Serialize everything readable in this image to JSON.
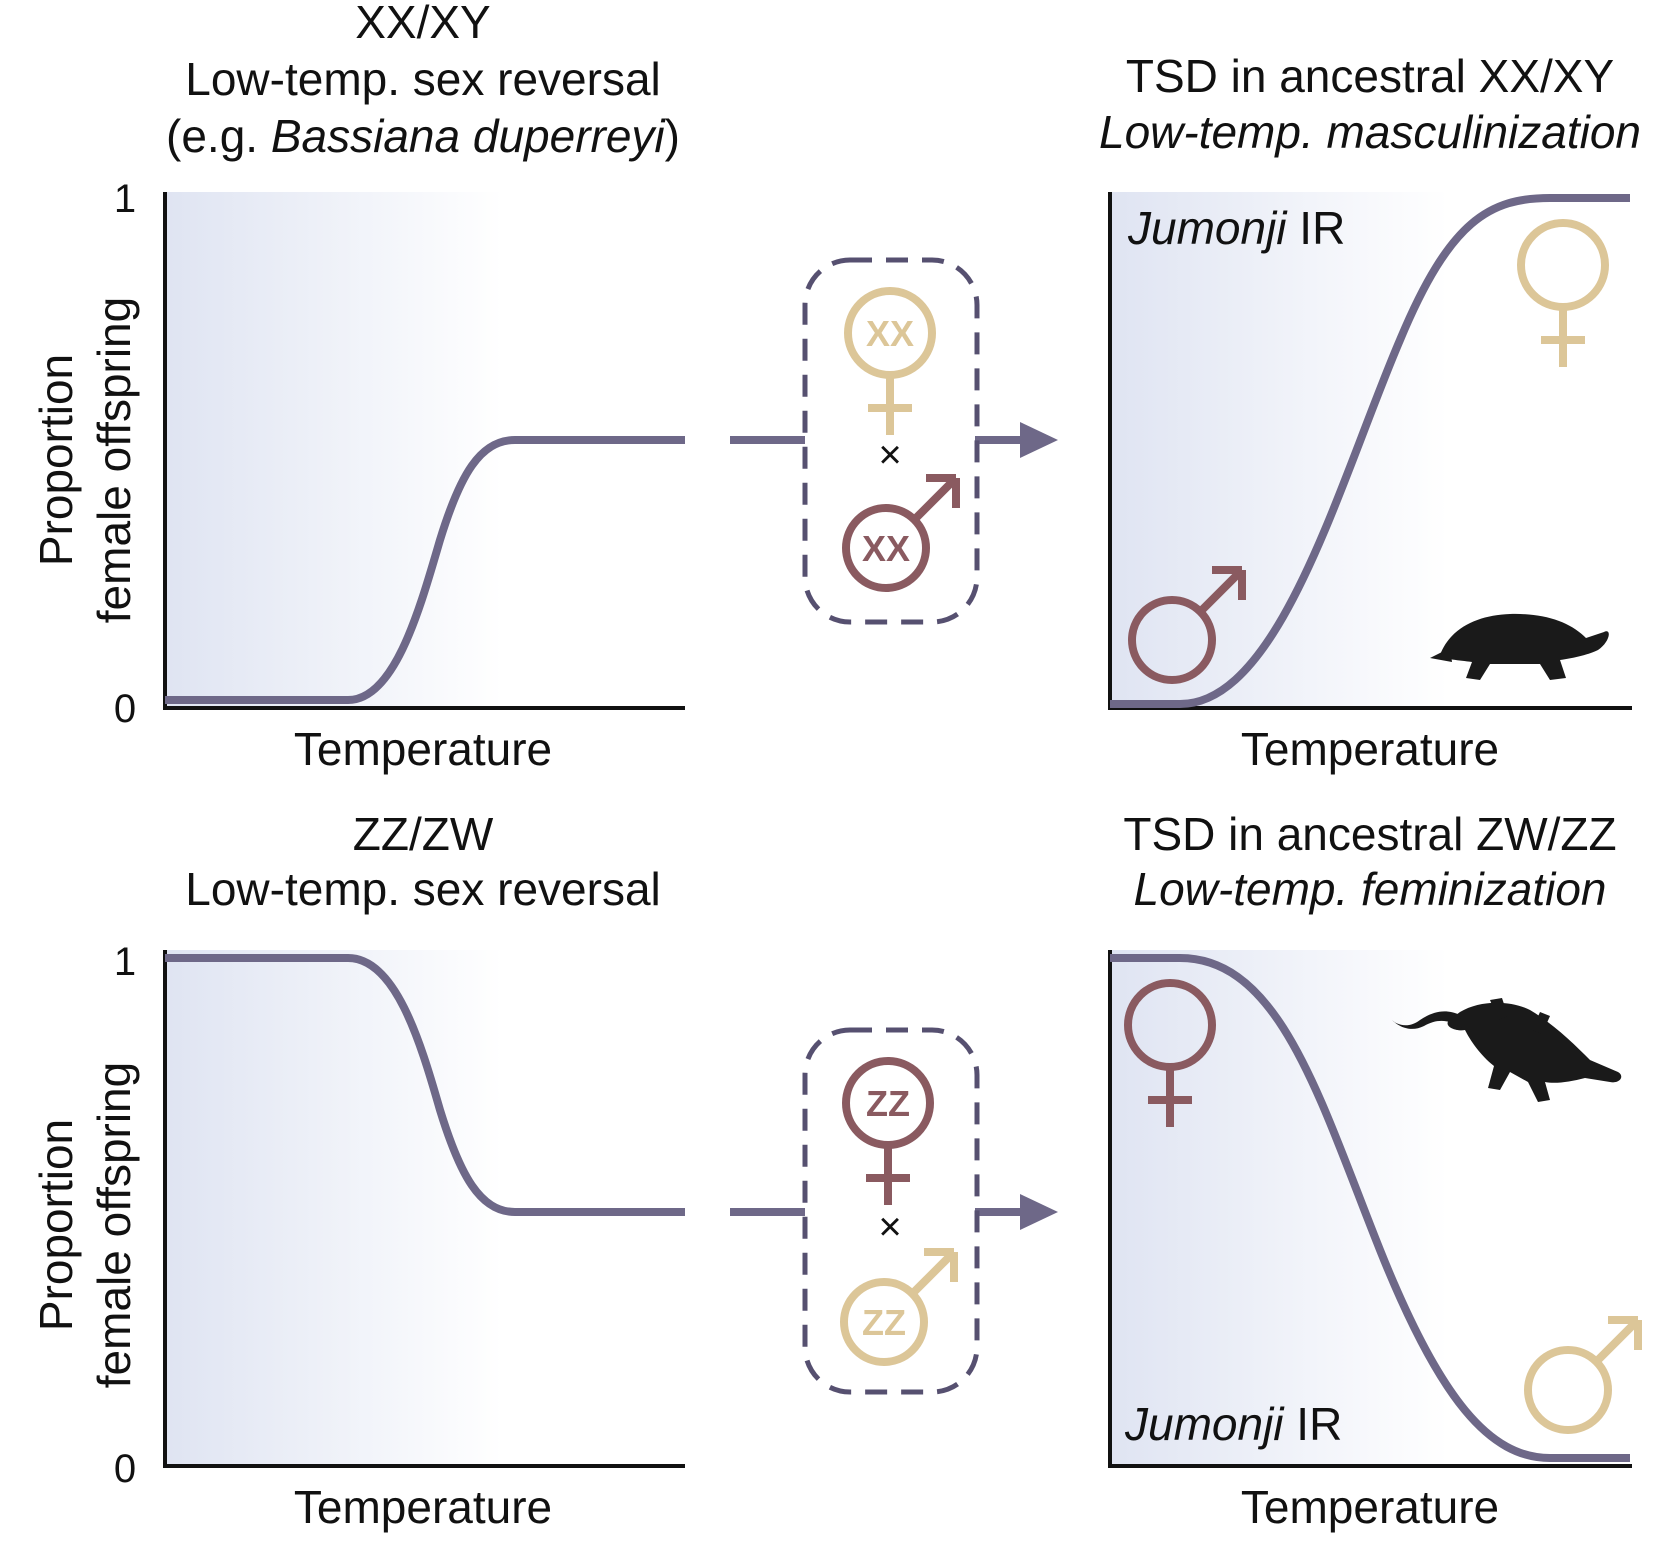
{
  "colors": {
    "curve": "#6e6888",
    "female": "#dcc698",
    "male": "#8a5a60",
    "dashed": "#565070",
    "bg_gradient_start": "#dfe4f2",
    "axis": "#111111"
  },
  "axis": {
    "ylabel_line1": "Proportion",
    "ylabel_line2": "female offspring",
    "xlabel": "Temperature",
    "y_tick_low": "0",
    "y_tick_high": "1"
  },
  "cross_symbol": "×",
  "panel_top_left": {
    "title_line1": "XX/XY",
    "title_line2": "Low-temp. sex reversal",
    "title_line3_open": "(e.g. ",
    "title_line3_italic": "Bassiana duperreyi",
    "title_line3_close": ")"
  },
  "panel_top_right": {
    "title_line1": "TSD in ancestral XX/XY",
    "title_line2": "Low-temp. masculinization",
    "label_italic": "Jumonji",
    "label_rest": " IR",
    "icon": "turtle-silhouette"
  },
  "panel_bottom_left": {
    "title_line1": "ZZ/ZW",
    "title_line2": "Low-temp. sex reversal"
  },
  "panel_bottom_right": {
    "title_line1": "TSD in ancestral ZW/ZZ",
    "title_line2": "Low-temp. feminization",
    "label_italic": "Jumonji",
    "label_rest": " IR",
    "icon": "crocodile-silhouette"
  },
  "cross_top": {
    "female_genotype": "XX",
    "male_genotype": "XX"
  },
  "cross_bottom": {
    "female_genotype": "ZZ",
    "male_genotype": "ZZ"
  },
  "chart_data": [
    {
      "type": "line",
      "panel": "XX/XY low-temp. sex reversal",
      "xlabel": "Temperature",
      "ylabel": "Proportion female offspring",
      "ylim": [
        0,
        1
      ],
      "x_relative": [
        0,
        0.35,
        0.45,
        0.55,
        0.67,
        1
      ],
      "y": [
        0,
        0,
        0.1,
        0.32,
        0.5,
        0.5
      ]
    },
    {
      "type": "line",
      "panel": "TSD in ancestral XX/XY",
      "xlabel": "Temperature",
      "ylabel": "Proportion female offspring",
      "ylim": [
        0,
        1
      ],
      "x_relative": [
        0,
        0.15,
        0.4,
        0.55,
        0.7,
        0.85,
        1
      ],
      "y": [
        0,
        0.01,
        0.3,
        0.62,
        0.9,
        1,
        1
      ]
    },
    {
      "type": "line",
      "panel": "ZZ/ZW low-temp. sex reversal",
      "xlabel": "Temperature",
      "ylabel": "Proportion female offspring",
      "ylim": [
        0,
        1
      ],
      "x_relative": [
        0,
        0.35,
        0.45,
        0.55,
        0.67,
        1
      ],
      "y": [
        1,
        1,
        0.9,
        0.62,
        0.5,
        0.5
      ]
    },
    {
      "type": "line",
      "panel": "TSD in ancestral ZW/ZZ",
      "xlabel": "Temperature",
      "ylabel": "Proportion female offspring",
      "ylim": [
        0,
        1
      ],
      "x_relative": [
        0,
        0.15,
        0.4,
        0.55,
        0.7,
        0.85,
        1
      ],
      "y": [
        1,
        0.99,
        0.7,
        0.38,
        0.1,
        0,
        0
      ]
    }
  ]
}
